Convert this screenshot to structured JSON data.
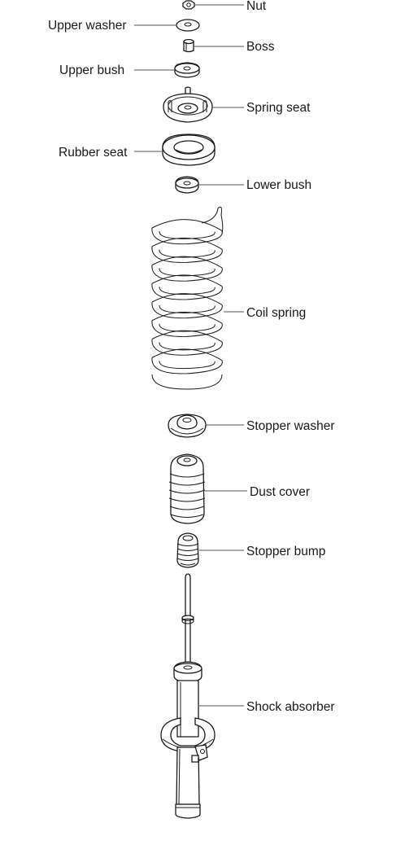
{
  "parts": [
    {
      "id": "nut",
      "label": "Nut",
      "icon": "nut-icon"
    },
    {
      "id": "upper-washer",
      "label": "Upper washer",
      "icon": "washer-icon"
    },
    {
      "id": "boss",
      "label": "Boss",
      "icon": "boss-icon"
    },
    {
      "id": "upper-bush",
      "label": "Upper bush",
      "icon": "bush-icon"
    },
    {
      "id": "spring-seat",
      "label": "Spring seat",
      "icon": "spring-seat-icon"
    },
    {
      "id": "rubber-seat",
      "label": "Rubber seat",
      "icon": "rubber-seat-icon"
    },
    {
      "id": "lower-bush",
      "label": "Lower bush",
      "icon": "bush-icon"
    },
    {
      "id": "coil-spring",
      "label": "Coil spring",
      "icon": "coil-spring-icon"
    },
    {
      "id": "stopper-washer",
      "label": "Stopper washer",
      "icon": "stopper-washer-icon"
    },
    {
      "id": "dust-cover",
      "label": "Dust cover",
      "icon": "dust-cover-icon"
    },
    {
      "id": "stopper-bump",
      "label": "Stopper bump",
      "icon": "stopper-bump-icon"
    },
    {
      "id": "shock-absorber",
      "label": "Shock absorber",
      "icon": "shock-absorber-icon"
    }
  ],
  "colors": {
    "line": "#1a1a1a",
    "leader": "#555555",
    "background": "#ffffff"
  }
}
